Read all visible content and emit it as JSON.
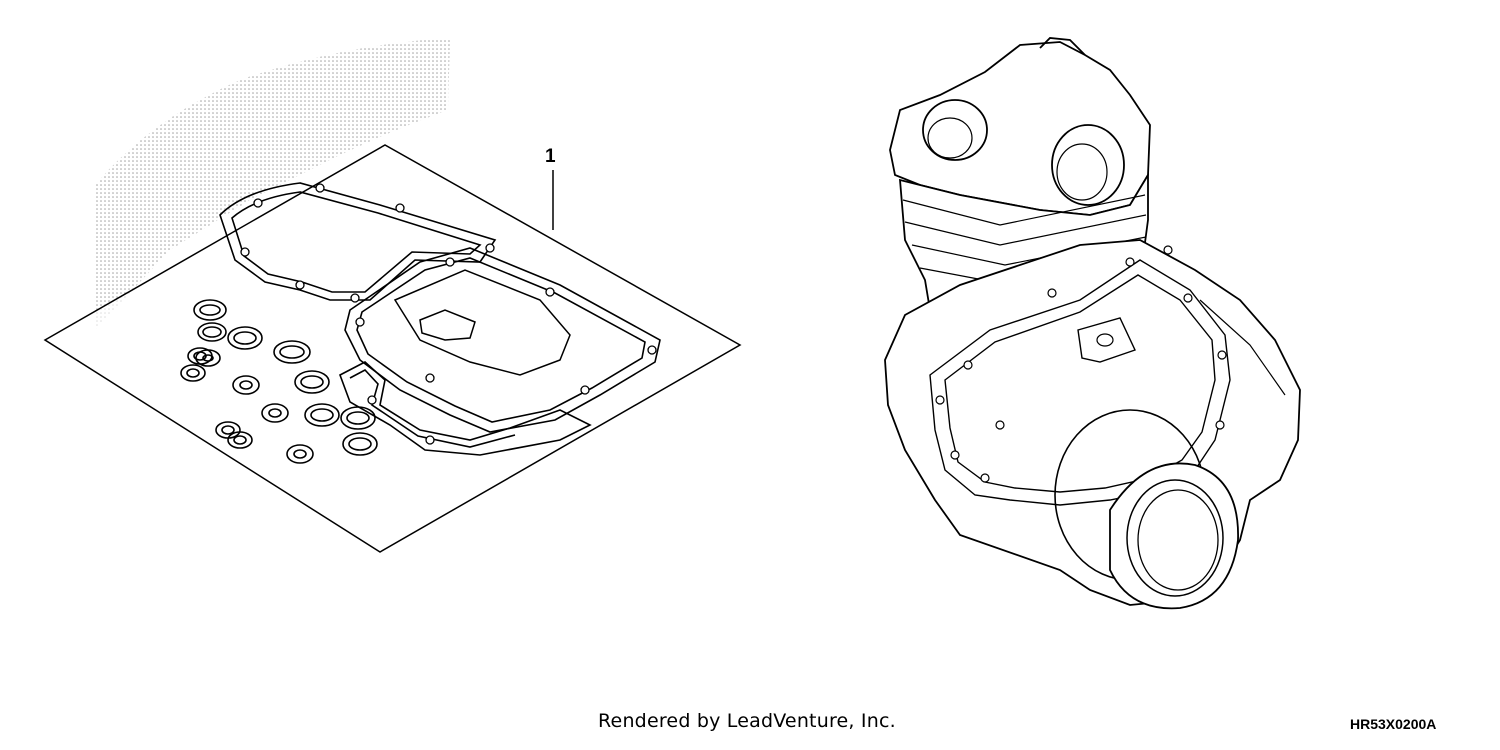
{
  "diagram": {
    "callout": "1",
    "credit": "Rendered by LeadVenture, Inc.",
    "ref_code": "HR53X0200A"
  },
  "colors": {
    "line": "#000000",
    "shade": "#9a9a9a",
    "background": "#ffffff"
  }
}
